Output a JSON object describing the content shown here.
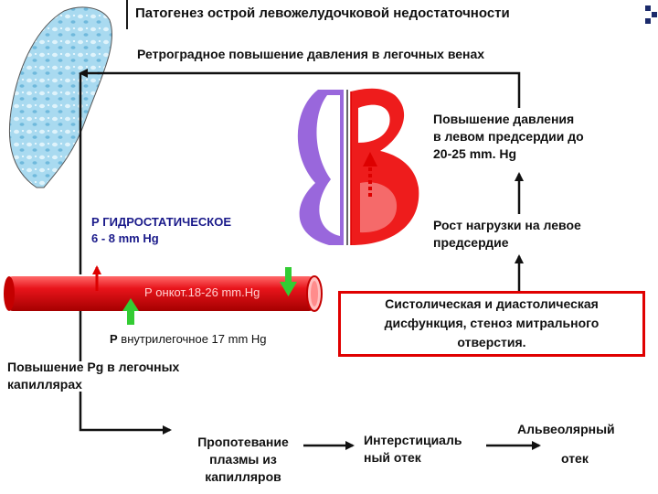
{
  "title": "Патогенез острой левожелудочковой недостаточности",
  "retrograde": "Ретроградное повышение давления в легочных венах",
  "atrium_pressure": [
    "Повышение давления",
    "в левом предсердии до",
    "20-25 mm. Hg"
  ],
  "hydrostatic": [
    "Р ГИДРОСТАТИЧЕСКОЕ",
    "6 - 8 mm Hg"
  ],
  "load_growth": [
    "Рост нагрузки на левое",
    "предсердие"
  ],
  "oncotic": "Р онкот.18-26 mm.Hg",
  "intrapulmonary": {
    "p": "Р",
    "rest": " внутрилегочное 17 mm Hg"
  },
  "dysfunction": [
    "Систолическая и диастолическая",
    "дисфункция, стеноз митрального",
    "отверстия."
  ],
  "capillary_pressure": [
    "Повышение Рg в легочных",
    "капиллярах"
  ],
  "plasma": [
    "Пропотевание",
    "плазмы из",
    "капилляров"
  ],
  "interstitial": [
    "Интерстициаль",
    "ный отек"
  ],
  "alveolar": [
    "Альвеолярный",
    "отек"
  ],
  "colors": {
    "vessel": "#e8141b",
    "heart_red": "#ee1c1c",
    "heart_purple": "#8e57d8",
    "lung": "#9fd4ec",
    "arrow_green": "#33cc33",
    "box_border": "#e00000"
  }
}
